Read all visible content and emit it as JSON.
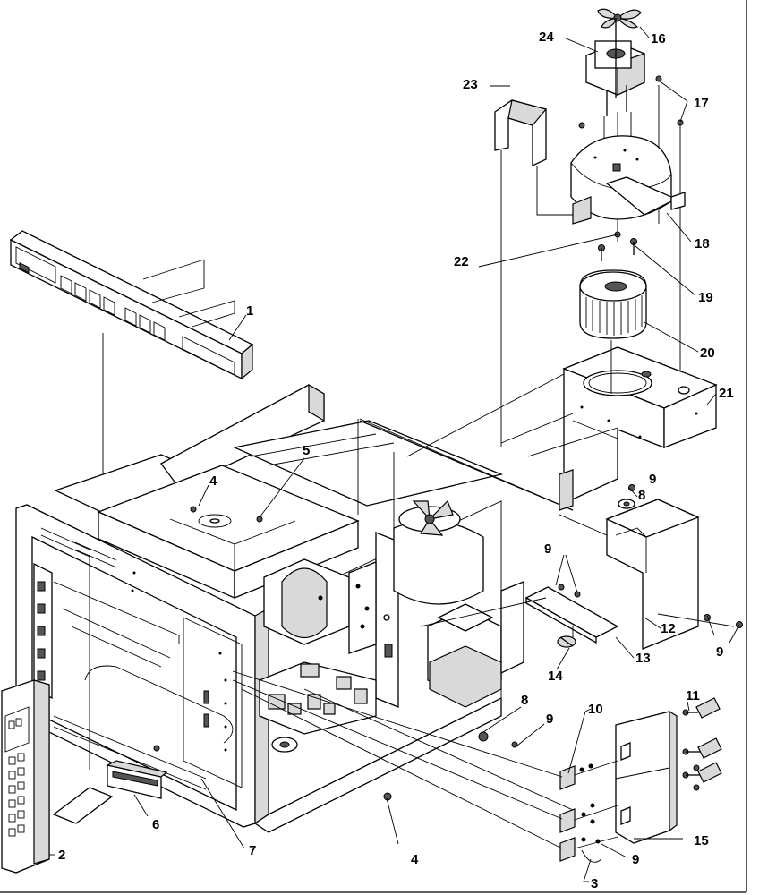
{
  "callouts": [
    {
      "id": "c1",
      "text": "1"
    },
    {
      "id": "c2",
      "text": "2"
    },
    {
      "id": "c3",
      "text": "3"
    },
    {
      "id": "c4a",
      "text": "4"
    },
    {
      "id": "c4b",
      "text": "4"
    },
    {
      "id": "c5",
      "text": "5"
    },
    {
      "id": "c6",
      "text": "6"
    },
    {
      "id": "c7",
      "text": "7"
    },
    {
      "id": "c8a",
      "text": "8"
    },
    {
      "id": "c8b",
      "text": "8"
    },
    {
      "id": "c9a",
      "text": "9"
    },
    {
      "id": "c9b",
      "text": "9"
    },
    {
      "id": "c9c",
      "text": "9"
    },
    {
      "id": "c9d",
      "text": "9"
    },
    {
      "id": "c9e",
      "text": "9"
    },
    {
      "id": "c10",
      "text": "10"
    },
    {
      "id": "c11",
      "text": "11"
    },
    {
      "id": "c12",
      "text": "12"
    },
    {
      "id": "c13",
      "text": "13"
    },
    {
      "id": "c14",
      "text": "14"
    },
    {
      "id": "c15",
      "text": "15"
    },
    {
      "id": "c16",
      "text": "16"
    },
    {
      "id": "c17",
      "text": "17"
    },
    {
      "id": "c18",
      "text": "18"
    },
    {
      "id": "c19",
      "text": "19"
    },
    {
      "id": "c20",
      "text": "20"
    },
    {
      "id": "c21",
      "text": "21"
    },
    {
      "id": "c22",
      "text": "22"
    },
    {
      "id": "c23",
      "text": "23"
    },
    {
      "id": "c24",
      "text": "24"
    }
  ]
}
